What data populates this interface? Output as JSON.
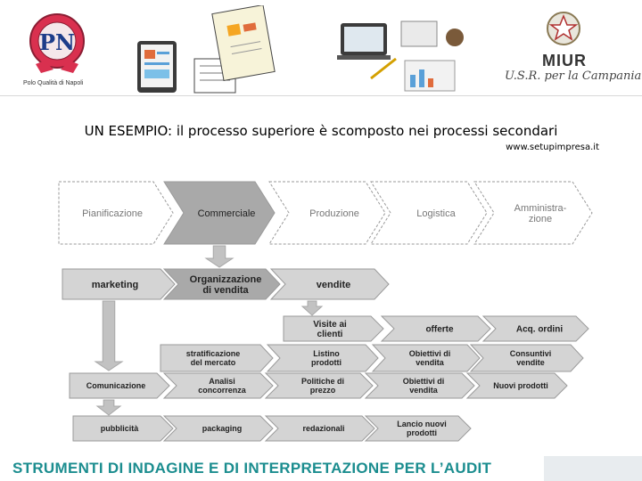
{
  "header": {
    "logo_caption": "Polo Qualità di Napoli",
    "miur_label": "MIUR",
    "usr_label": "U.S.R. per la Campania"
  },
  "subtitle": "UN ESEMPIO: il processo superiore è scomposto nei processi secondari",
  "site_link": "www.setupimpresa.it",
  "diagram": {
    "main_processes": [
      "Pianificazione",
      "Commerciale",
      "Produzione",
      "Logistica",
      "Amministra- zione"
    ],
    "commerciale_subprocesses": [
      "marketing",
      "Organizzazione di vendita",
      "vendite"
    ],
    "vendite_row": [
      "Visite ai clienti",
      "offerte",
      "Acq. ordini"
    ],
    "row_4": [
      "stratificazione del mercato",
      "Listino prodotti",
      "Obiettivi di vendita",
      "Consuntivi vendite"
    ],
    "row_5": [
      "Comunicazione",
      "Analisi concorrenza",
      "Politiche di prezzo",
      "Obiettivi di vendita",
      "Nuovi prodotti"
    ],
    "row_6": [
      "pubblicità",
      "packaging",
      "redazionali",
      "Lancio nuovi prodotti"
    ]
  },
  "footer_title": "STRUMENTI DI INDAGINE E DI INTERPRETAZIONE PER L’AUDIT",
  "colors": {
    "box_fill": "#d4d4d4",
    "box_stroke": "#9a9a9a",
    "highlight_fill": "#a9a9a9",
    "arrow_fill": "#c2c2c2",
    "footer_text": "#1b8d8f"
  }
}
